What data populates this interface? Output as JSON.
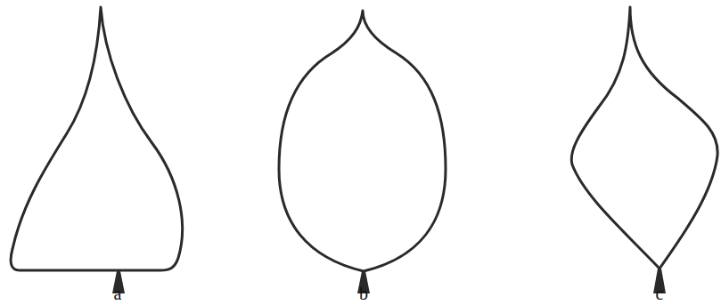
{
  "diagram": {
    "labels": [
      "a",
      "b",
      "c"
    ]
  }
}
